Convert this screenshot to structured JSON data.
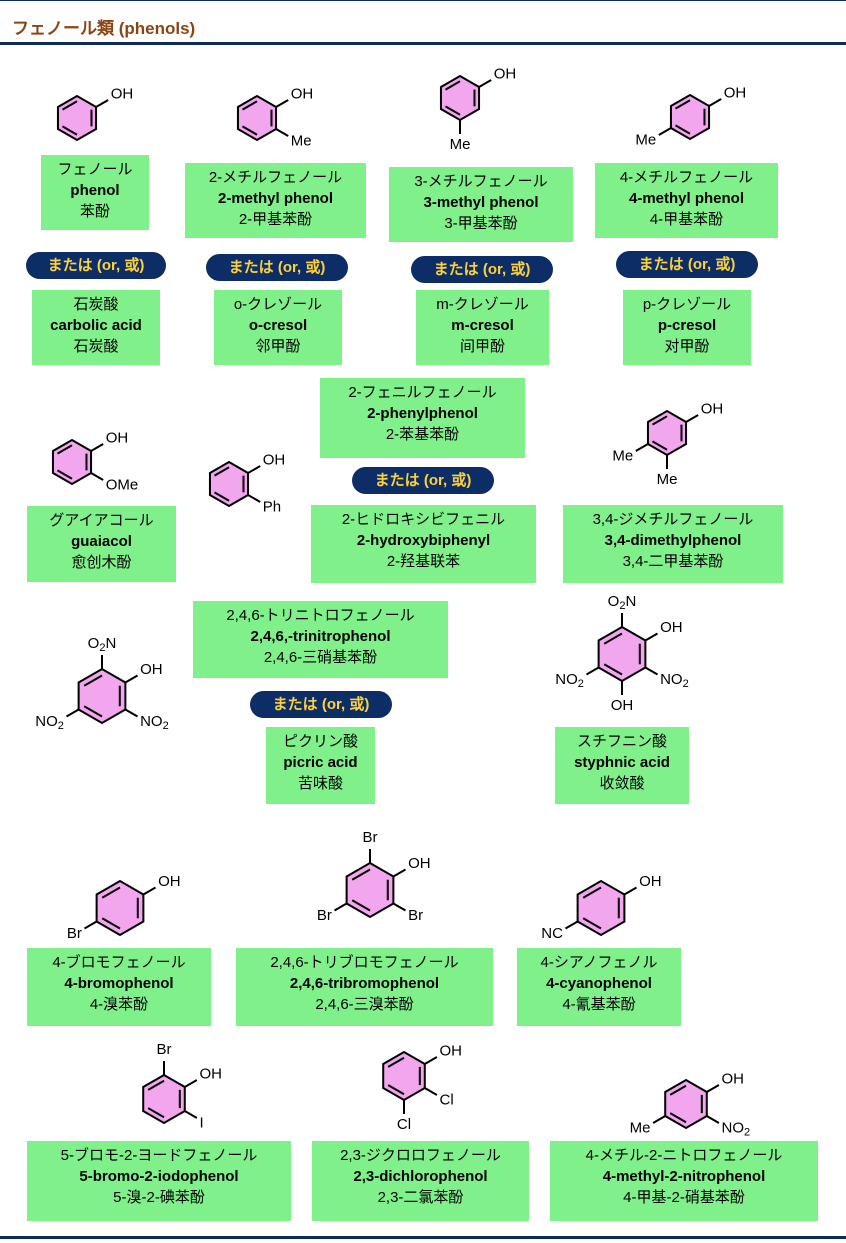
{
  "header": {
    "title": "フェノール類 (phenols)"
  },
  "or_label": "または (or, 或)",
  "compounds": [
    {
      "ja": "フェノール",
      "en": "phenol",
      "cn": "苯酚",
      "subs": {
        "0": "OH"
      }
    },
    {
      "ja": "2-メチルフェノール",
      "en": "2-methyl phenol",
      "cn": "2-甲基苯酚",
      "subs": {
        "0": "OH",
        "1": "Me"
      }
    },
    {
      "ja": "3-メチルフェノール",
      "en": "3-methyl phenol",
      "cn": "3-甲基苯酚",
      "subs": {
        "0": "OH",
        "2": "Me"
      }
    },
    {
      "ja": "4-メチルフェノール",
      "en": "4-methyl phenol",
      "cn": "4-甲基苯酚",
      "subs": {
        "0": "OH",
        "3": "Me"
      }
    },
    {
      "ja": "2-フェニルフェノール",
      "en": "2-phenylphenol",
      "cn": "2-苯基苯酚",
      "subs": {
        "0": "OH",
        "1": "Ph"
      }
    },
    {
      "ja": "2,4,6-トリニトロフェノール",
      "en": "2,4,6,-trinitrophenol",
      "cn": "2,4,6-三硝基苯酚",
      "subs": {
        "0": "OH",
        "1": "NO2",
        "3": "NO2",
        "5": "O2N"
      }
    },
    {
      "ja": "4-ブロモフェノール",
      "en": "4-bromophenol",
      "cn": "4-溴苯酚",
      "subs": {
        "0": "OH",
        "3": "Br"
      }
    },
    {
      "ja": "2,4,6-トリブロモフェノール",
      "en": "2,4,6-tribromophenol",
      "cn": "2,4,6-三溴苯酚",
      "subs": {
        "0": "OH",
        "1": "Br",
        "3": "Br",
        "5": "Br"
      }
    },
    {
      "ja": "4-シアノフェノル",
      "en": "4-cyanophenol",
      "cn": "4-氰基苯酚",
      "subs": {
        "0": "OH",
        "3": "NC"
      }
    },
    {
      "ja": "5-ブロモ-2-ヨードフェノール",
      "en": "5-bromo-2-iodophenol",
      "cn": "5-溴-2-碘苯酚",
      "subs": {
        "0": "OH",
        "1": "I",
        "5": "Br"
      }
    },
    {
      "ja": "2,3-ジクロロフェノール",
      "en": "2,3-dichlorophenol",
      "cn": "2,3-二氯苯酚",
      "subs": {
        "0": "OH",
        "1": "Cl",
        "2": "Cl"
      }
    },
    {
      "ja": "4-メチル-2-ニトロフェノール",
      "en": "4-methyl-2-nitrophenol",
      "cn": "4-甲基-2-硝基苯酚",
      "subs": {
        "0": "OH",
        "1": "NO2",
        "3": "Me"
      }
    }
  ],
  "synonyms": [
    {
      "ja": "石炭酸",
      "en": "carbolic acid",
      "cn": "石炭酸"
    },
    {
      "ja": "o-クレゾール",
      "en": "o-cresol",
      "cn": "邻甲酚"
    },
    {
      "ja": "m-クレゾール",
      "en": "m-cresol",
      "cn": "间甲酚"
    },
    {
      "ja": "p-クレゾール",
      "en": "p-cresol",
      "cn": "对甲酚"
    },
    {
      "ja": "2-ヒドロキシビフェニル",
      "en": "2-hydroxybiphenyl",
      "cn": "2-羟基联苯"
    },
    {
      "ja": "ピクリン酸",
      "en": "picric acid",
      "cn": "苦味酸"
    }
  ],
  "singles": [
    {
      "ja": "グアイアコール",
      "en": "guaiacol",
      "cn": "愈创木酚",
      "subs": {
        "0": "OH",
        "1": "OMe"
      }
    },
    {
      "ja": "3,4-ジメチルフェノール",
      "en": "3,4-dimethylphenol",
      "cn": "3,4-二甲基苯酚",
      "subs": {
        "0": "OH",
        "2": "Me",
        "3": "Me"
      }
    },
    {
      "ja": "スチフニン酸",
      "en": "styphnic acid",
      "cn": "收敛酸",
      "subs": {
        "0": "OH",
        "1": "NO2",
        "2": "OH",
        "3": "NO2",
        "5": "O2N"
      }
    }
  ]
}
